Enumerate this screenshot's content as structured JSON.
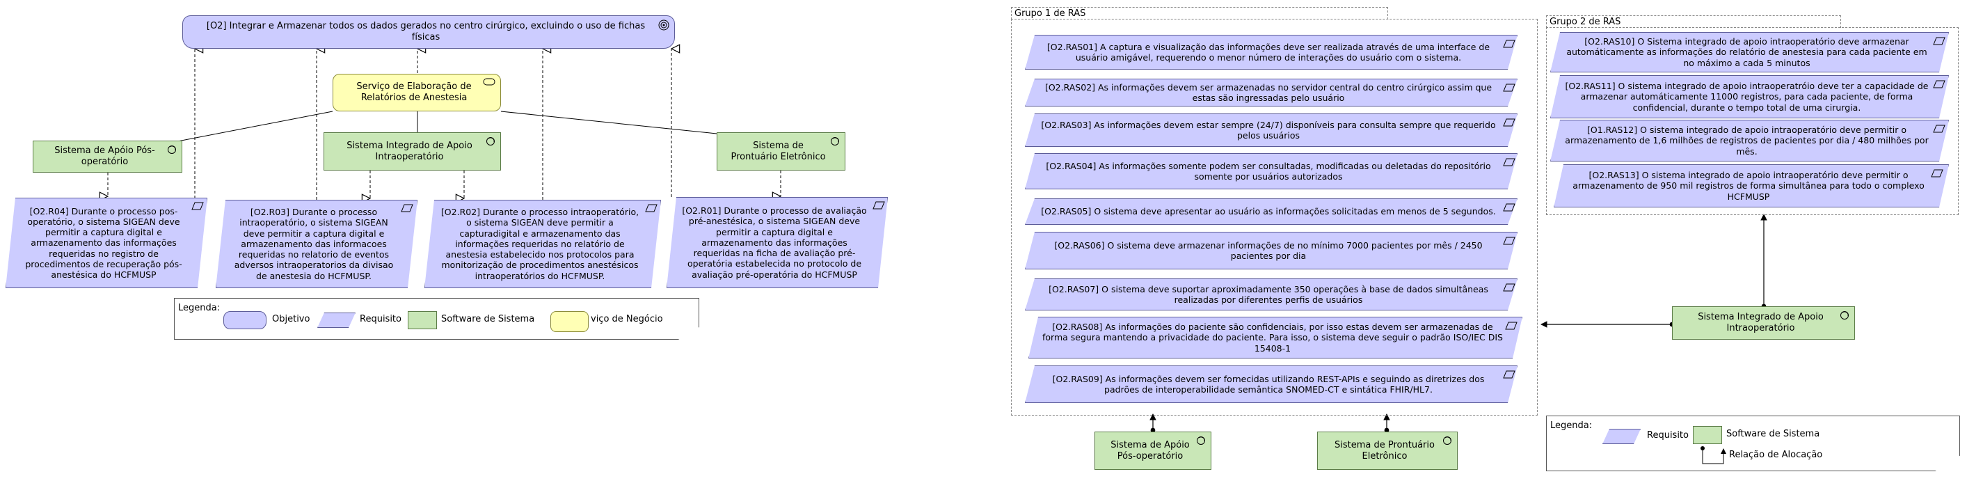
{
  "left_diagram": {
    "goal": "[O2] Integrar e Armazenar todos os dados gerados no centro cirúrgico, excluindo o uso de fichas físicas",
    "service": "Serviço de Elaboração de Relatórios de Anestesia",
    "systems": {
      "pos_op": "Sistema de Apóio Pós-operatório",
      "intra_op": "Sistema Integrado de Apoio Intraoperatório",
      "prontuario": "Sistema de Prontuário Eletrônico"
    },
    "requirements": {
      "r04": "[O2.R04] Durante o processo pos-operatório, o sistema  SIGEAN deve permitir a captura digital e armazenamento das informações requeridas no registro de procedimentos de recuperação pós-anestésica do HCFMUSP",
      "r03": "[O2.R03] Durante o processo intraoperatório, o sistema  SIGEAN deve permitir a captura digital e armazenamento das informacoes requeridas no relatorio de eventos adversos intraoperatorios da divisao de anestesia do HCFMUSP.",
      "r02": "[O2.R02] Durante o processo intraoperatório, o sistema SIGEAN deve permitir a capturadigital e armazenamento das informações requeridas no relatório de anestesia estabelecido nos protocolos para monitorização de procedimentos anestésicos intraoperatórios do HCFMUSP.",
      "r01": "[O2.R01] Durante o processo de avaliação pré-anestésica, o sistema SIGEAN deve permitir a captura digital e armazenamento das informações requeridas na ficha de avaliação pré-operatória estabelecida no protocolo de avaliação pré-operatória do HCFMUSP"
    },
    "legend": {
      "title": "Legenda:",
      "goal": "Objetivo",
      "requirement": "Requisito",
      "software": "Software de Sistema",
      "service": "viço de Negócio"
    }
  },
  "right_diagram": {
    "group1": {
      "title": "Grupo 1 de RAS",
      "items": [
        "[O2.RAS01] A captura e visualização das informações deve ser realizada através de uma interface de usuário amigável, requerendo o menor número de interações do usuário com o sistema.",
        "[O2.RAS02] As informações devem ser armazenadas no servidor central do centro cirúrgico assim que estas são ingressadas pelo usuário",
        "[O2.RAS03] As informações devem estar sempre (24/7) disponíveis para consulta sempre que requerido pelos usuários",
        "[O2.RAS04] As informações somente podem ser consultadas, modificadas ou deletadas do repositório somente por usuários autorizados",
        "[O2.RAS05] O sistema deve apresentar ao usuário as informações solicitadas em menos de 5 segundos.",
        "[O2.RAS06] O sistema deve armazenar informações de no mínimo 7000 pacientes por mês / 2450 pacientes por dia",
        "[O2.RAS07] O sistema deve suportar aproximadamente 350 operações à base de dados simultâneas realizadas por diferentes perfis de usuários",
        "[O2.RAS08] As informações do paciente são confidenciais, por isso estas devem ser armazenadas de forma segura mantendo a privacidade do paciente. Para isso, o sistema deve seguir o padrão ISO/IEC DIS 15408-1",
        "[O2.RAS09] As informações devem ser fornecidas utilizando REST-APIs e seguindo as diretrizes dos  padrões de interoperabilidade semântica SNOMED-CT e sintática FHIR/HL7."
      ]
    },
    "group2": {
      "title": "Grupo 2 de RAS",
      "items": [
        "[O2.RAS10] O Sistema integrado de apoio intraoperatório deve armazenar automáticamente as informações do relatório de anestesia para cada paciente em no máximo a cada 5 minutos",
        "[O2.RAS11] O sistema integrado de apoio intraoperatróio deve ter a capacidade de armazenar automáticamente 11000 registros, para cada paciente, de forma confidencial, durante o tempo total de uma cirurgia.",
        "[O1.RAS12] O sistema integrado de apoio intraoperatório deve permitir o armazenamento de 1,6 milhões de registros de pacientes por dia / 480 milhões por mês.",
        "[O2.RAS13] O sistema integrado de apoio intraoperatório deve permitir o armazenamento de 950 mil registros de forma simultânea para todo o complexo HCFMUSP"
      ]
    },
    "systems": {
      "intra_op": "Sistema Integrado de Apoio Intraoperatório",
      "pos_op": "Sistema de Apóio Pós-operatório",
      "prontuario": "Sistema de Prontuário Eletrônico"
    },
    "legend": {
      "title": "Legenda:",
      "requirement": "Requisito",
      "software": "Software de Sistema",
      "allocation": "Relação de Alocação"
    }
  },
  "colors": {
    "requirement": "#ccccff",
    "system": "#c9e7b7",
    "service": "#ffffb5",
    "line": "#000000"
  }
}
